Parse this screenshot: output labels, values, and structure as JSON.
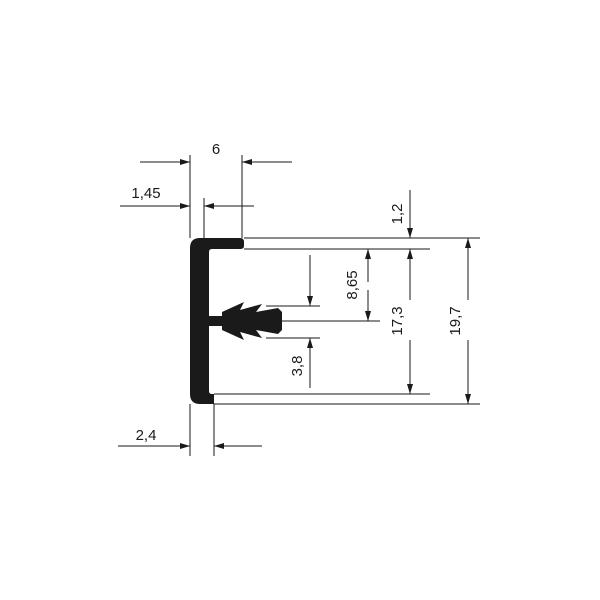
{
  "drawing": {
    "dimensions": {
      "width_top": "6",
      "offset_top": "1,45",
      "lip_thickness": "1,2",
      "half_height": "8,65",
      "inner_height": "17,3",
      "total_height": "19,7",
      "fin_height": "3,8",
      "wall_thickness": "2,4"
    }
  }
}
